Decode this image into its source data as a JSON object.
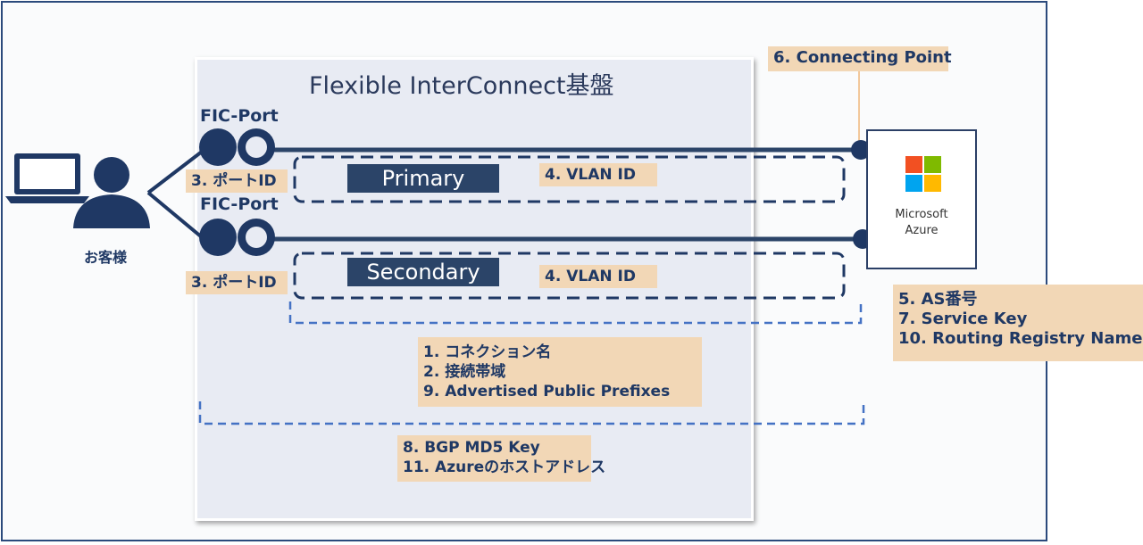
{
  "diagram": {
    "fic_title": "Flexible InterConnect基盤",
    "customer_label": "お客様",
    "port_labels": [
      "FIC-Port",
      "FIC-Port"
    ],
    "port_ids": [
      "3. ポートID",
      "3. ポートID"
    ],
    "links": [
      {
        "name": "Primary",
        "vlan": "4. VLAN ID"
      },
      {
        "name": "Secondary",
        "vlan": "4. VLAN ID"
      }
    ],
    "connecting_point": "6. Connecting Point",
    "azure": {
      "line1": "Microsoft",
      "line2": "Azure"
    },
    "azure_params": [
      "5. AS番号",
      "7. Service Key",
      "10. Routing Registry Name"
    ],
    "connection_params": [
      "1. コネクション名",
      "2. 接続帯域",
      "9. Advertised Public Prefixes"
    ],
    "bgp_params": [
      "8. BGP MD5 Key",
      "11. Azureのホストアドレス"
    ],
    "colors": {
      "navy": "#1f3864",
      "tag_bg": "#f2d7b6",
      "dashed_blue": "#4472c4",
      "ms_red": "#f25022",
      "ms_green": "#7fba00",
      "ms_blue": "#00a4ef",
      "ms_yellow": "#ffb900"
    }
  }
}
